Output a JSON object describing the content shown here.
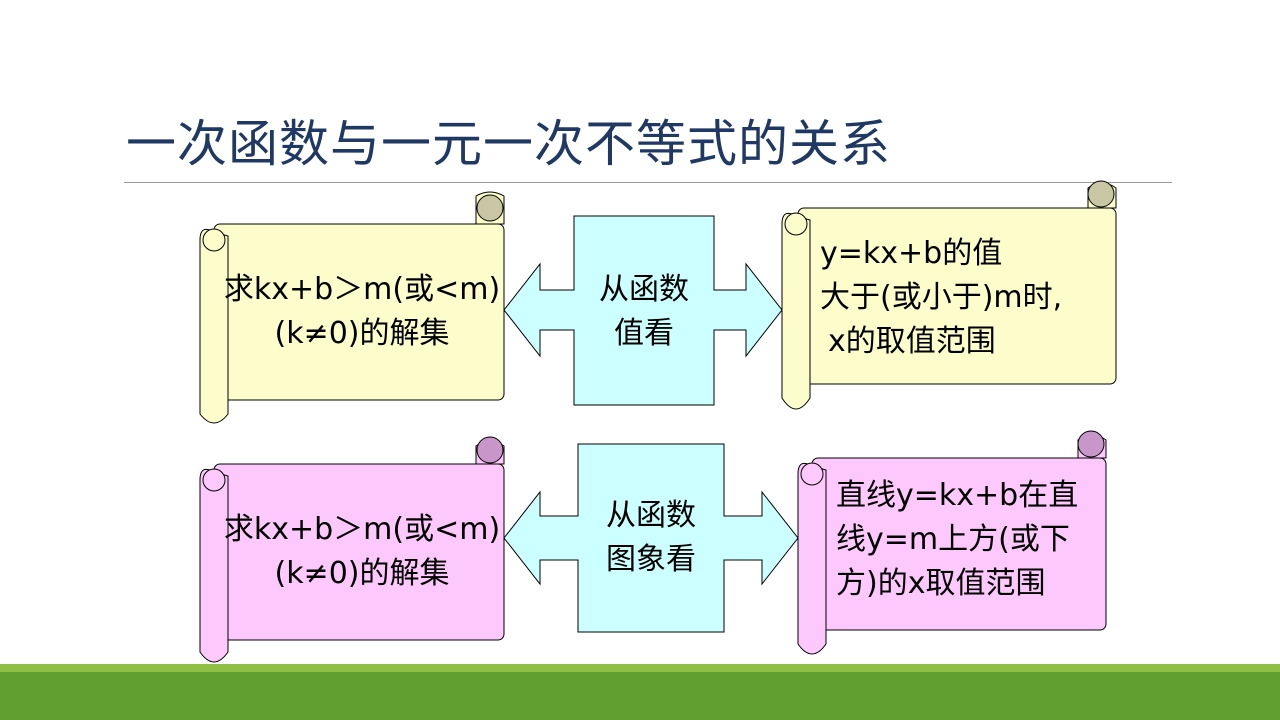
{
  "title": "一次函数与一元一次不等式的关系",
  "colors": {
    "title": "#1f3864",
    "yellow_scroll": "#fdfccb",
    "pink_scroll": "#fdc8fb",
    "arrow_fill": "#ccffff",
    "footer": "#5fa030"
  },
  "row1": {
    "left_line1": "求kx+b＞m(或<m)",
    "left_line2": "(k≠0)的解集",
    "center_line1": "从函数",
    "center_line2": "值看",
    "right_line1": "y=kx+b的值",
    "right_line2": "大于(或小于)m时,",
    "right_line3": "x的取值范围"
  },
  "row2": {
    "left_line1": "求kx+b＞m(或<m)",
    "left_line2": "(k≠0)的解集",
    "center_line1": "从函数",
    "center_line2": "图象看",
    "right_line1": "直线y=kx+b在直",
    "right_line2": "线y=m上方(或下",
    "right_line3": "方)的x取值范围"
  }
}
